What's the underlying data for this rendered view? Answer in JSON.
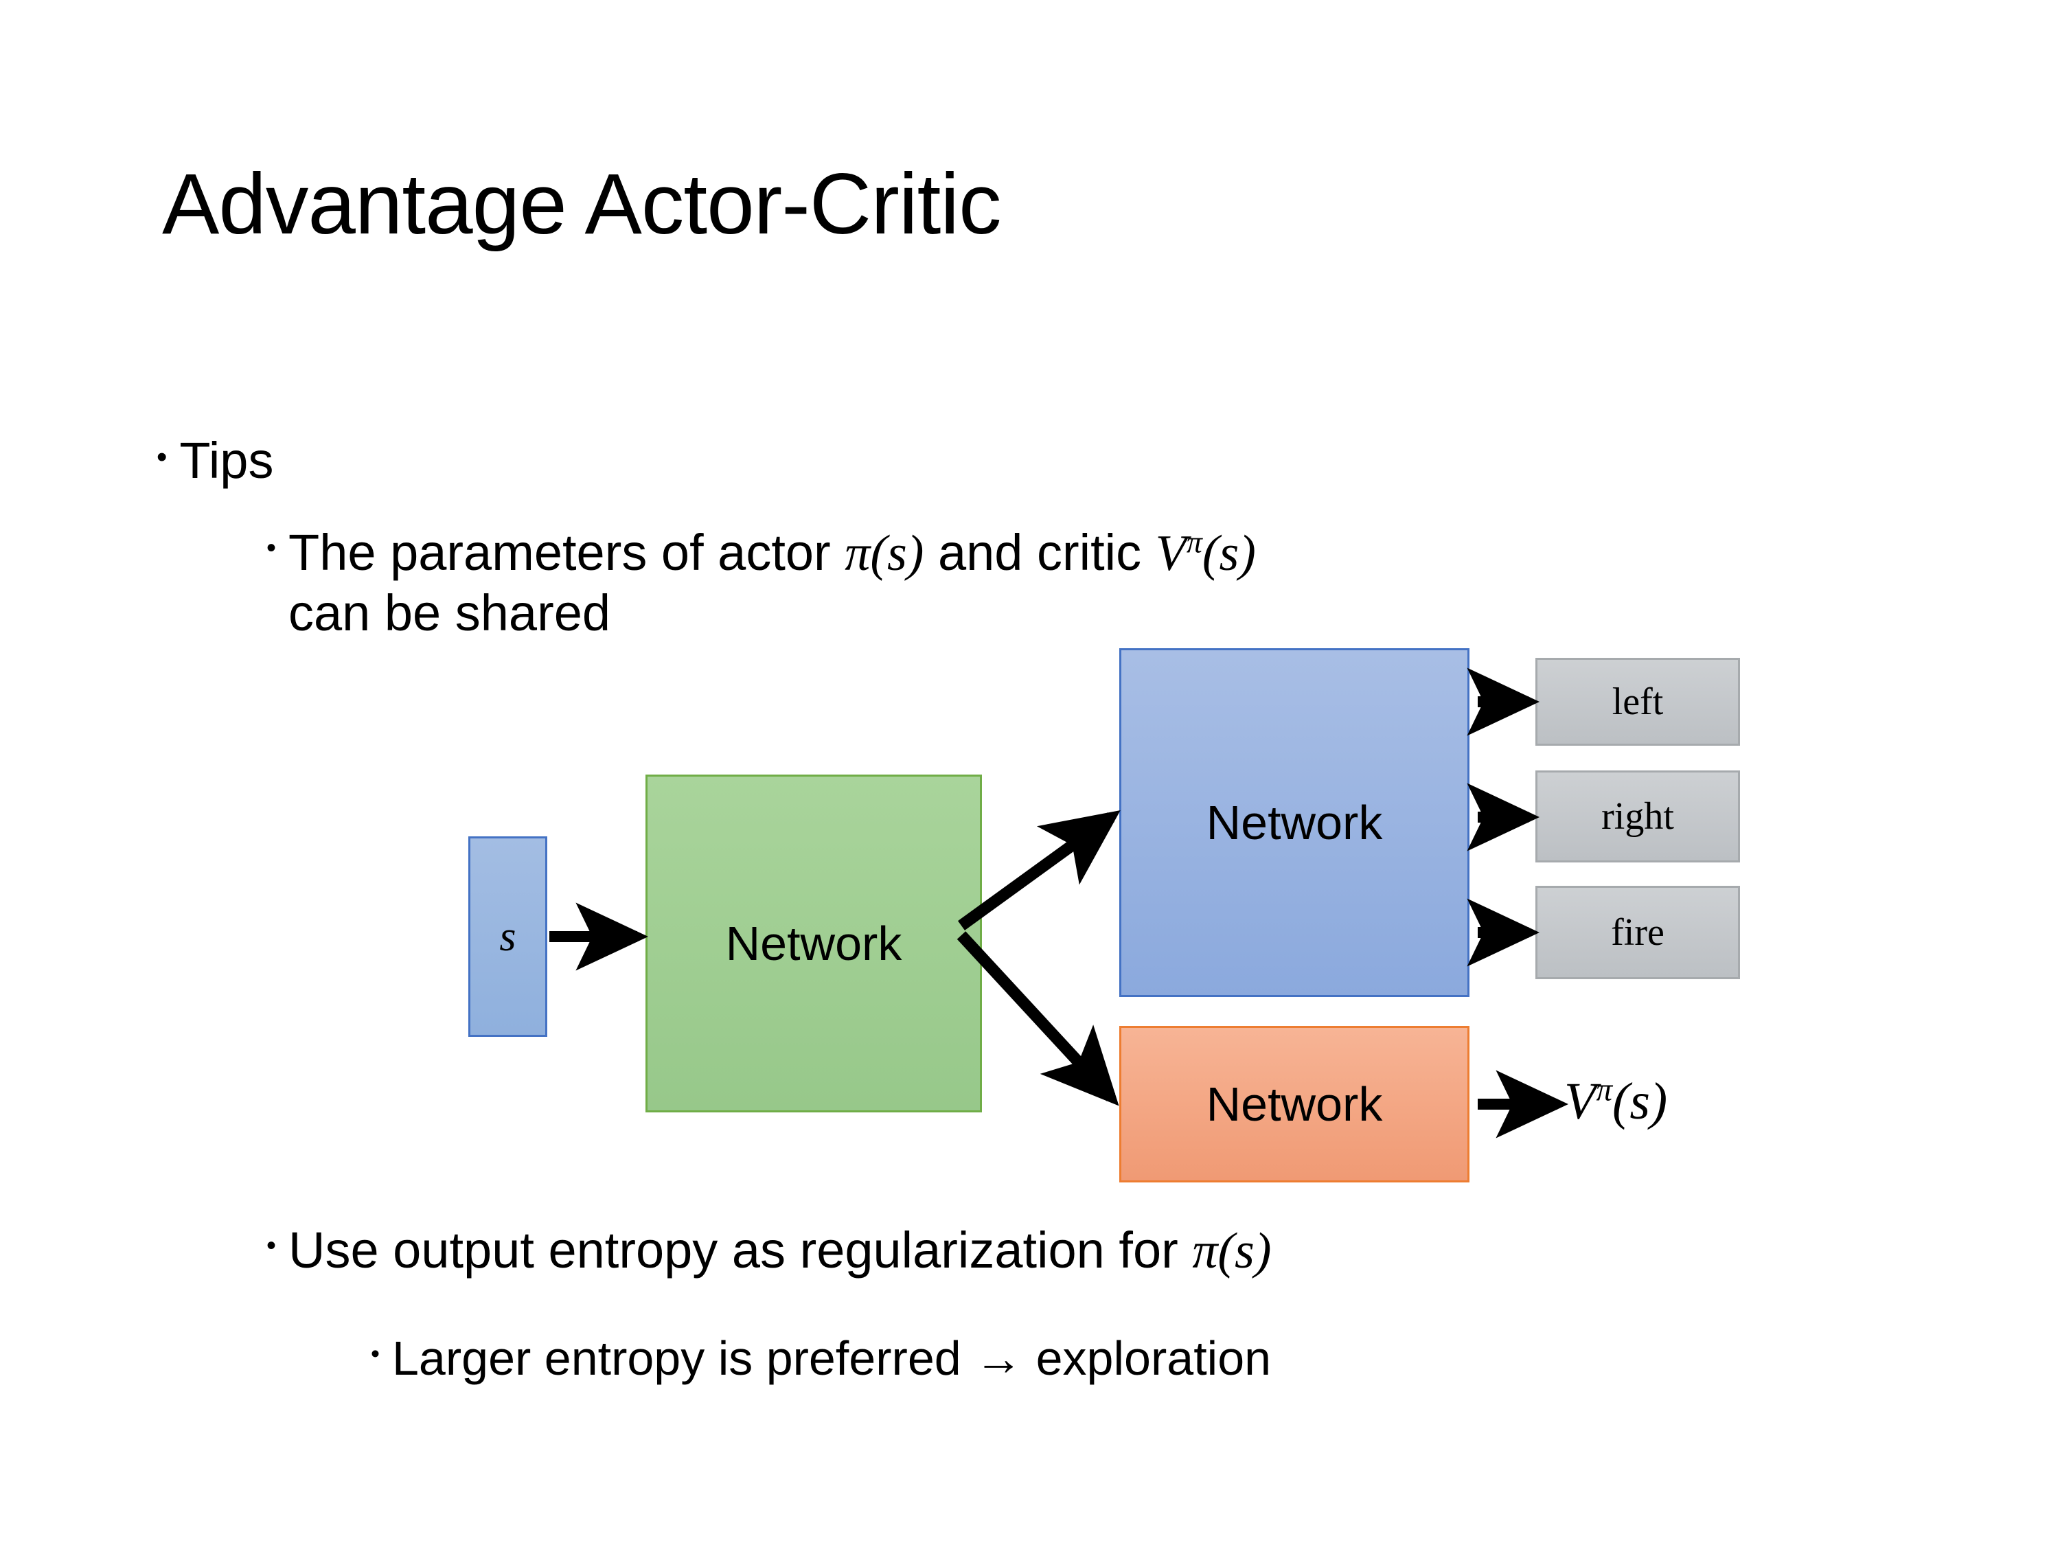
{
  "slide": {
    "title": "Advantage Actor-Critic",
    "background_color": "#ffffff"
  },
  "bullets": {
    "tips": {
      "marker": "•",
      "text": "Tips"
    },
    "parameters": {
      "marker": "•",
      "line1_prefix": "The parameters of actor ",
      "pi_of_s": "π(s)",
      "line1_middle": "  and critic ",
      "v_symbol": "V",
      "v_superscript": "π",
      "v_arg": "(s)",
      "line2": "can be shared"
    },
    "entropy": {
      "marker": "•",
      "text_prefix": "Use output entropy as regularization for ",
      "pi_of_s": "π(s)"
    },
    "larger_entropy": {
      "marker": "•",
      "text": "Larger entropy is preferred → exploration"
    }
  },
  "diagram": {
    "state_box": {
      "label": "s",
      "fill": "#96b3de",
      "border": "#4472c4"
    },
    "shared_network": {
      "label": "Network",
      "fill": "#9bcb8f",
      "border": "#70ad47"
    },
    "actor_network": {
      "label": "Network",
      "fill": "#96b0e0",
      "border": "#4472c4"
    },
    "critic_network": {
      "label": "Network",
      "fill": "#f4a582",
      "border": "#ed7d31"
    },
    "actions": [
      {
        "label": "left",
        "fill": "#c5c8cb",
        "border": "#a6aaad"
      },
      {
        "label": "right",
        "fill": "#c5c8cb",
        "border": "#a6aaad"
      },
      {
        "label": "fire",
        "fill": "#c5c8cb",
        "border": "#a6aaad"
      }
    ],
    "critic_output": {
      "symbol": "V",
      "superscript": "π",
      "argument": "(s)"
    },
    "arrow_color": "#000000"
  }
}
